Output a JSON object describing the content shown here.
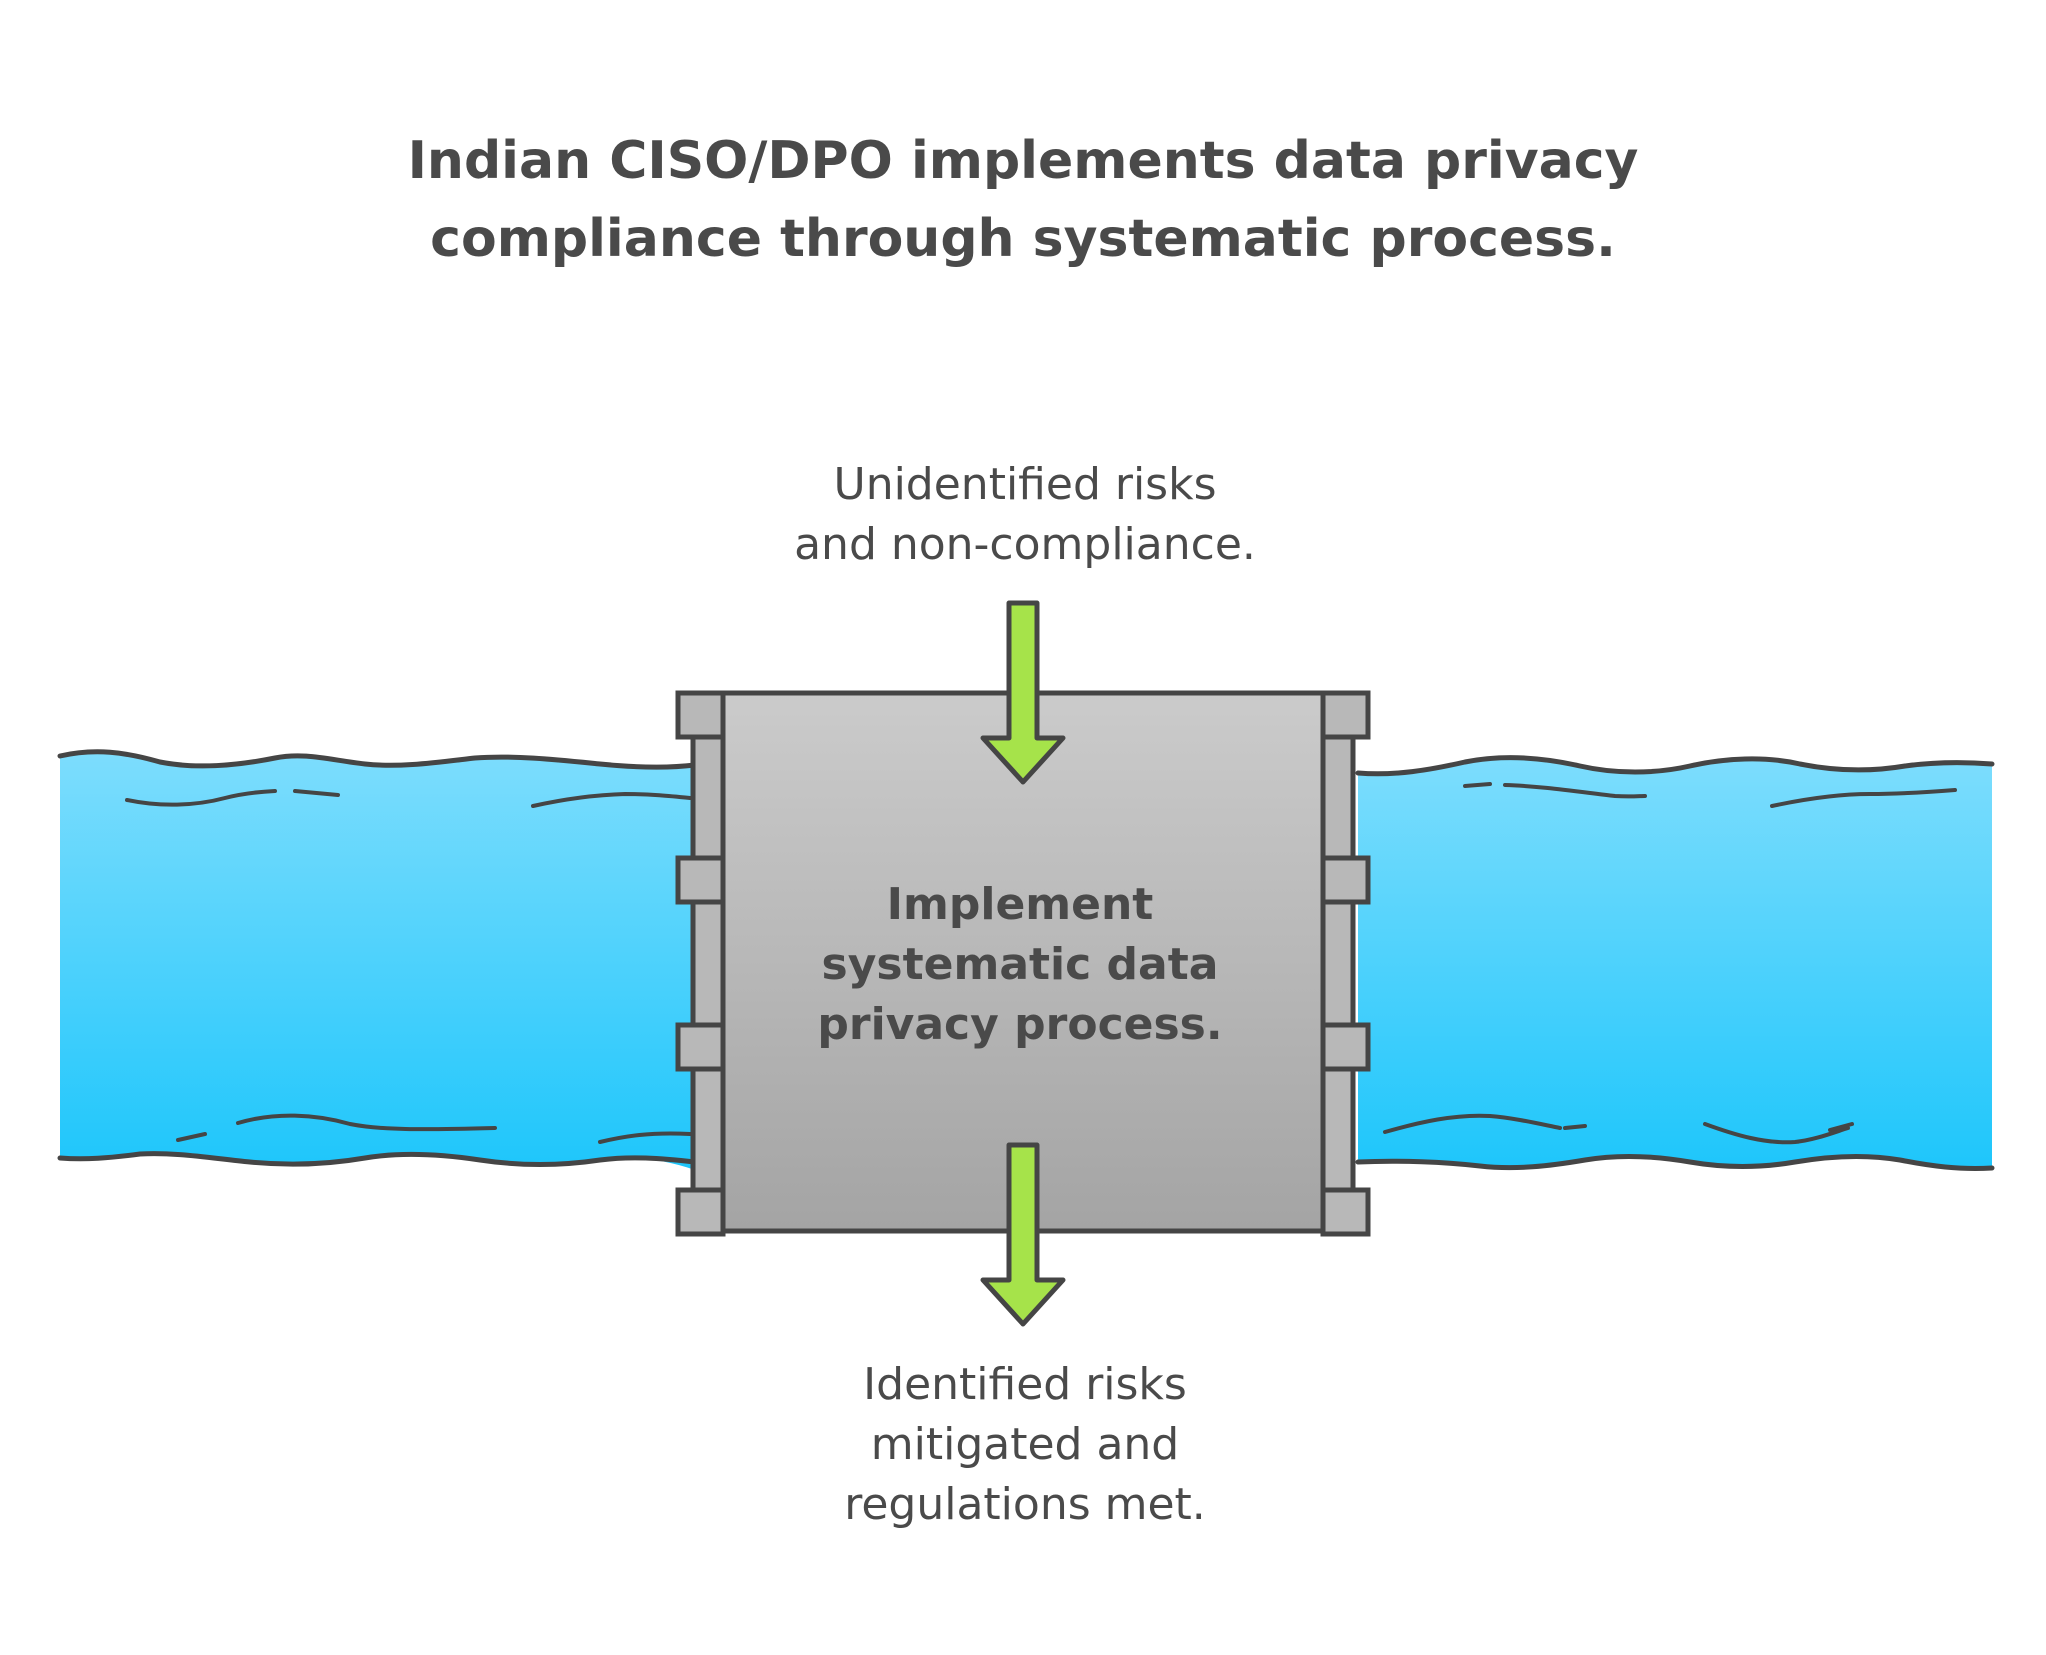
{
  "title": {
    "line1": "Indian CISO/DPO implements data privacy",
    "line2": "compliance through systematic process."
  },
  "input": {
    "line1": "Unidentified risks",
    "line2": "and non-compliance."
  },
  "process": {
    "line1": "Implement",
    "line2": "systematic data",
    "line3": "privacy process."
  },
  "output": {
    "line1": "Identified risks",
    "line2": "mitigated and",
    "line3": "regulations met."
  },
  "colors": {
    "water_top": "#7dddfd",
    "water_bottom": "#1ec6fb",
    "dam_top": "#cbcbcb",
    "dam_bottom": "#a4a4a4",
    "arrow": "#a6e34a",
    "outline": "#454545",
    "text": "#4a4a4a"
  },
  "icons": {
    "water": "river-water",
    "dam": "dam-gate",
    "arrow_in": "arrow-down-icon",
    "arrow_out": "arrow-down-icon"
  }
}
